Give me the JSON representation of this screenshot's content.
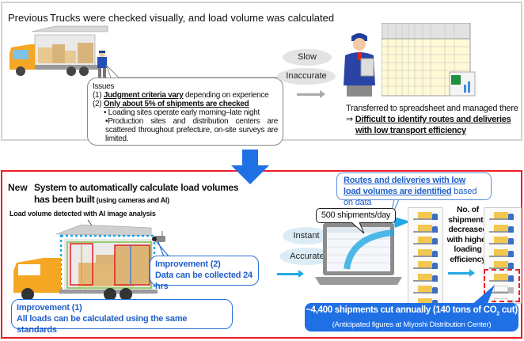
{
  "previous": {
    "label": "Previous",
    "title": "Trucks were checked visually, and load volume was calculated",
    "issues": {
      "heading": "Issues",
      "item1_num": "(1) ",
      "item1_bold": "Judgment criteria vary",
      "item1_rest": " depending on experience",
      "item2_num": "(2) ",
      "item2_bold": "Only about 5% of shipments are checked",
      "bullet1": "• Loading sites operate early morning–late night",
      "bullet2": "•Production sites and distribution centers are scattered throughout prefecture, on-site surveys are limited."
    },
    "tags": [
      "Slow",
      "Inaccurate"
    ],
    "transfer_text": "Transferred to spreadsheet and managed there",
    "arrow_symbol": "⇒",
    "difficult_line1": "Difficult to identify routes and deliveries",
    "difficult_line2": "with low transport efficiency"
  },
  "new": {
    "label": "New",
    "title_line1": "System to automatically calculate load volumes",
    "title_line2": "has been built",
    "title_small": " (using cameras and AI)",
    "ai_label": "Load volume detected with AI image analysis",
    "improvement2": {
      "title": "Improvement (2)",
      "text": "Data can be collected 24 hrs"
    },
    "improvement1": {
      "title": "Improvement (1)",
      "text": "All loads can be calculated using the same standards"
    },
    "tags": [
      "Instant",
      "Accurate"
    ],
    "shipments_per_day": "500 shipments/day",
    "routes_bold": "Routes and deliveries with low load volumes are identified",
    "routes_rest": " based on data",
    "reduction_text": "No. of shipments decreased with higher loading efficiency",
    "trucks_before": 8,
    "trucks_after_loaded": 6,
    "trucks_after_cut": 2,
    "result_line1_a": "~4,400 shipments cut annually (140 tons of CO",
    "result_line1_sub": "2",
    "result_line1_b": " cut)",
    "result_line2": "(Anticipated figures at Miyoshi Distribution Center)"
  },
  "colors": {
    "accent_blue": "#1f6fe5",
    "new_border_red": "#ee1c24",
    "prev_border_gray": "#d4d4d4",
    "arrow_cyan": "#23a8e4"
  }
}
